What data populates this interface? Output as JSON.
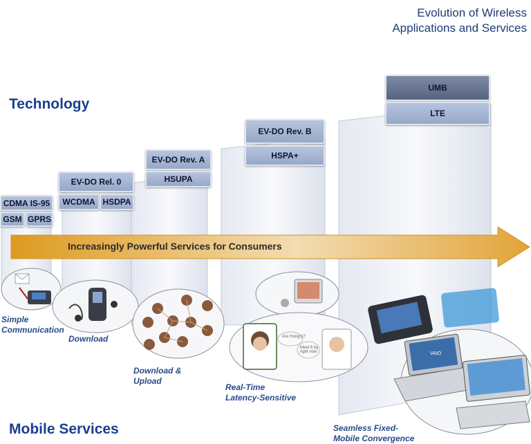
{
  "header": {
    "line1": "Evolution of Wireless",
    "line2": "Applications and Services"
  },
  "section_top": "Technology",
  "section_bottom": "Mobile Services",
  "arrow_label": "Increasingly Powerful Services for Consumers",
  "tech": {
    "g1": {
      "top": "CDMA IS-95",
      "b1": "GSM",
      "b2": "GPRS"
    },
    "g2": {
      "top": "EV-DO Rel. 0",
      "b1": "WCDMA",
      "b2": "HSDPA"
    },
    "g3": {
      "top": "EV-DO Rev. A",
      "b1": "HSUPA"
    },
    "g4": {
      "top": "EV-DO Rev. B",
      "b1": "HSPA+"
    },
    "g5": {
      "top": "UMB",
      "b1": "LTE"
    }
  },
  "services": {
    "s1": {
      "line1": "Simple",
      "line2": "Communication"
    },
    "s2": {
      "line1": "Download"
    },
    "s3": {
      "line1": "Download &",
      "line2": "Upload"
    },
    "s4": {
      "line1": "Real-Time",
      "line2": "Latency-Sensitive"
    },
    "s5": {
      "line1": "Seamless Fixed-",
      "line2": "Mobile Convergence"
    }
  },
  "illustration_text": {
    "bubble1": "Are Hungry?",
    "bubble2": "Meet 6 by right now",
    "card_name": "VAIO"
  },
  "colors": {
    "arrow": "#e3a52c",
    "title": "#1b3f8f",
    "box_dark": "#5e6b87",
    "box_light": "#a9b8d5"
  }
}
